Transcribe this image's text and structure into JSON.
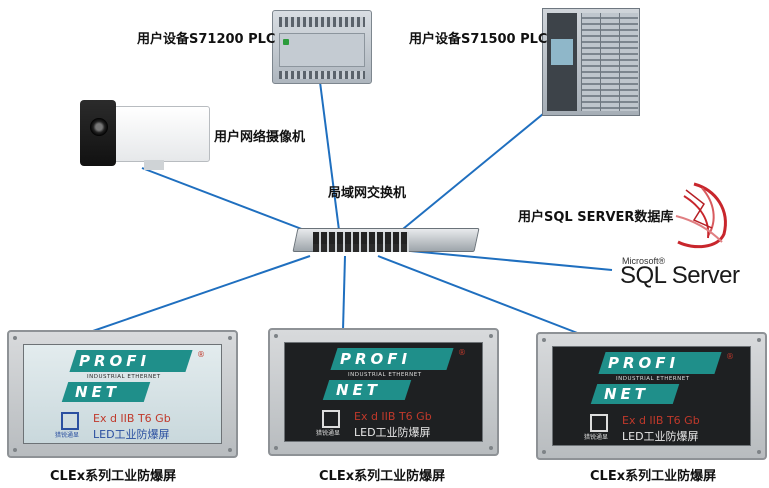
{
  "labels": {
    "plc1200": "用户设备S71200 PLC",
    "plc1500": "用户设备S71500 PLC",
    "camera": "用户网络摄像机",
    "switch": "局域网交换机",
    "sqlserver": "用户SQL SERVER数据库",
    "screen1": "CLEx系列工业防爆屏",
    "screen2": "CLEx系列工业防爆屏",
    "screen3": "CLEx系列工业防爆屏"
  },
  "sql_logo": {
    "vendor": "Microsoft®",
    "product": "SQL Server"
  },
  "screen_face": {
    "profi": "PROFI",
    "net": "NET",
    "tagline": "INDUSTRIAL ETHERNET",
    "ex_mark": "Ex d IIB T6 Gb",
    "led_line": "LED工业防爆屏",
    "brand": "猎锐通显",
    "reg": "®"
  },
  "colors": {
    "link": "#1f6fbf",
    "profinet_teal": "#1f8f8a"
  }
}
